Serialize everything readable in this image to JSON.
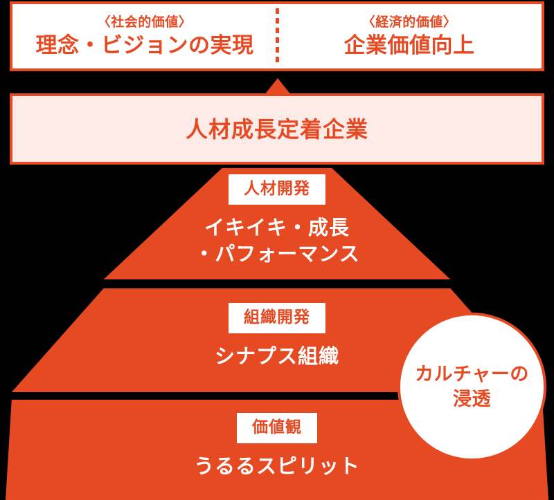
{
  "diagram": {
    "accent_color": "#E54A23",
    "accent_tint_color": "#FCEBE7",
    "background_color": "#000000"
  },
  "value_box": {
    "social": {
      "kicker": "〈社会的価値〉",
      "main": "理念・ビジョンの実現"
    },
    "economic": {
      "kicker": "〈経済的価値〉",
      "main": "企業価値向上"
    }
  },
  "goal_box": {
    "text": "人材成長定着企業"
  },
  "pyramid": {
    "layers": [
      {
        "chip": "人材開発",
        "title": "イキイキ・成長\n・パフォーマンス",
        "title_line1": "イキイキ・成長",
        "title_line2": "・パフォーマンス"
      },
      {
        "chip": "組織開発",
        "title": "シナプス組織",
        "title_line1": "シナプス組織",
        "title_line2": ""
      },
      {
        "chip": "価値観",
        "title": "うるるスピリット",
        "title_line1": "うるるスピリット",
        "title_line2": ""
      }
    ]
  },
  "culture_circle": {
    "line1": "カルチャーの",
    "line2": "浸透"
  }
}
